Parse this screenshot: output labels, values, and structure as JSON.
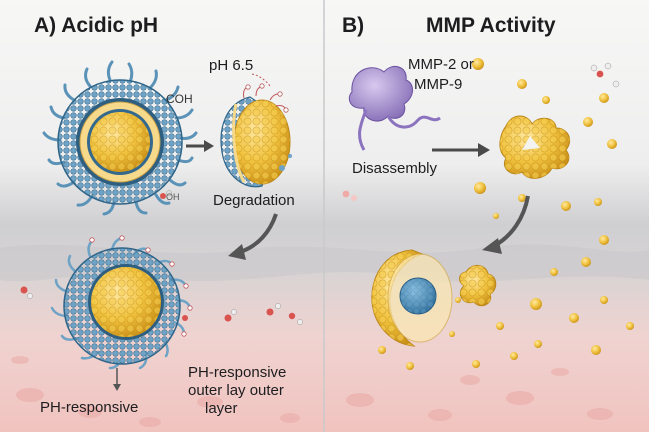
{
  "panel_a": {
    "title": "A) Acidic pH",
    "coh": "COH",
    "oh": "OH",
    "ph": "pH 6.5",
    "degradation": "Degradation",
    "ph_responsive": "PH-responsive",
    "outer_line1": "PH-responsive",
    "outer_line2": "outer lay outer",
    "outer_line3": "layer"
  },
  "panel_b": {
    "title": "B)",
    "title_text": "MMP Activity",
    "mmp_line1": "MMP-2 or",
    "mmp_line2": "MMP-9",
    "disassembly": "Disassembly"
  },
  "colors": {
    "shell_blue": "#5b93b8",
    "core_gold": "#e6b431",
    "enzyme_purple": "#9a83c4",
    "tissue_pink": "#f2c9c6"
  }
}
